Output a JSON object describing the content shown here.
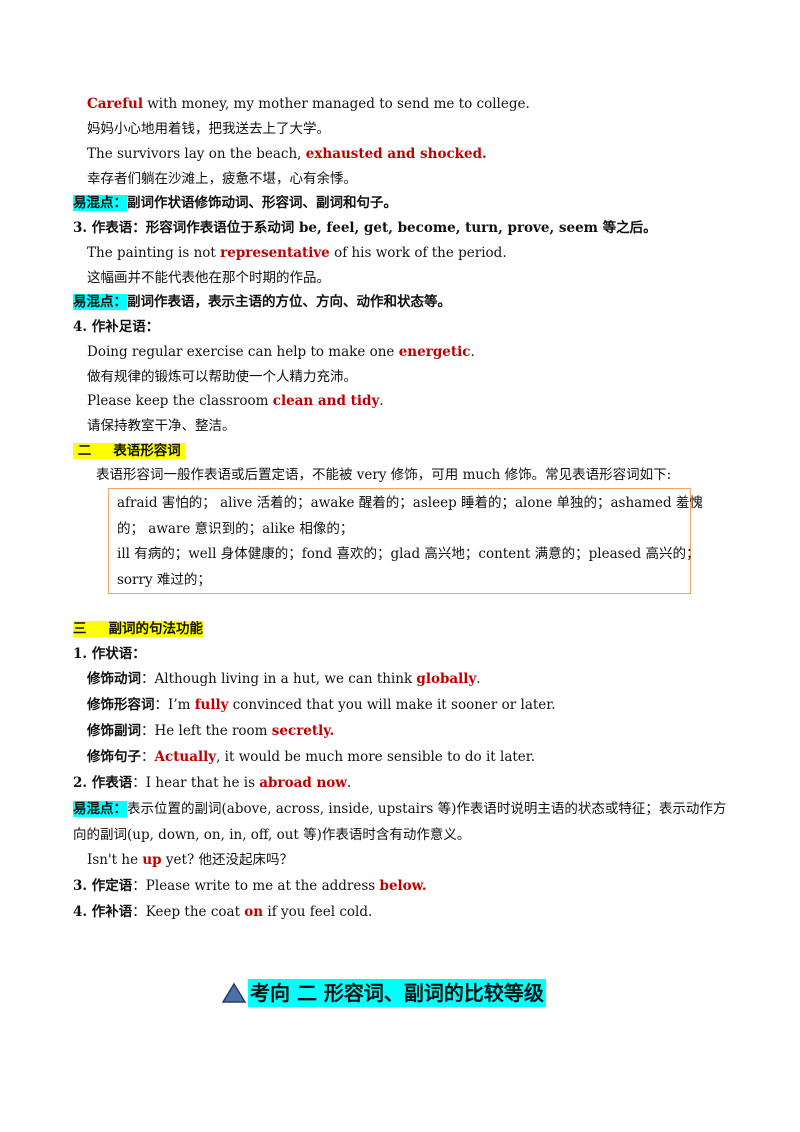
{
  "s1": {
    "ex1_red": "Careful",
    "ex1_rest": " with  money,  my  mother  managed  to  send  me  to  college.",
    "ex1_cn": "妈妈小心地用着钱，把我送去上了大学。",
    "ex2_a": "The  survivors  lay  on  the  beach,  ",
    "ex2_red": "exhausted  and  shocked.",
    "ex2_cn": "幸存者们躺在沙滩上，疲惫不堪，心有余悸。",
    "note1_label": "易混点：",
    "note1_text": "副词作状语修饰动词、形容词、副词和句子。",
    "item3": "3.  作表语：形容词作表语位于系动词 be,  feel,  get,  become,  turn,  prove,  seem 等之后。",
    "ex3_a": "The  painting  is  not  ",
    "ex3_red": "representative",
    "ex3_b": "  of  his  work  of  the  period.",
    "ex3_cn": "这幅画并不能代表他在那个时期的作品。",
    "note2_label": "易混点：",
    "note2_text": "副词作表语，表示主语的方位、方向、动作和状态等。",
    "item4": "4.  作补足语：",
    "ex4_a": "Doing  regular  exercise  can  help  to  make  one  ",
    "ex4_red": "energetic",
    "ex4_b": ".",
    "ex4_cn": "做有规律的锻炼可以帮助使一个人精力充沛。",
    "ex5_a": "Please keep the classroom  ",
    "ex5_red": "clean and tidy",
    "ex5_b": ".",
    "ex5_cn": "请保持教室干净、整洁。"
  },
  "s2": {
    "title_num": "二",
    "title_text": "表语形容词",
    "intro": "表语形容词一般作表语或后置定语，不能被 very 修饰，可用 much 修饰。常见表语形容词如下:",
    "box": [
      "afraid 害怕的；   alive 活着的；awake 醒着的；asleep 睡着的；alone 单独的；ashamed 羞愧",
      "的；   aware 意识到的；alike 相像的；",
      "ill 有病的；well 身体健康的；fond 喜欢的；glad 高兴地；content 满意的；pleased 高兴的；",
      "sorry 难过的；"
    ]
  },
  "s3": {
    "title_num": "三",
    "title_text": "副词的句法功能",
    "i1": "1.  作状语：",
    "v_label": "修饰动词",
    "v_a": "：Although  living  in  a  hut,  we  can  think  ",
    "v_red": "globally",
    "v_b": ".",
    "adj_label": "修饰形容词",
    "adj_a": "：I’m  ",
    "adj_red": "fully",
    "adj_b": "  convinced  that  you  will  make  it  sooner  or  later.",
    "adv_label": "修饰副词",
    "adv_a": "：He  left  the  room  ",
    "adv_red": "secretly.",
    "sen_label": "修饰句子",
    "sen_a": "：",
    "sen_red": "Actually",
    "sen_b": ",  it  would  be  much  more  sensible  to  do  it  later.",
    "i2_label": "2.  作表语",
    "i2_a": "：I  hear  that  he  is  ",
    "i2_red": "abroad  now",
    "i2_b": ".",
    "note_label": "易混点：",
    "note_text": "表示位置的副词(above, across, inside, upstairs 等)作表语时说明主语的状态或特征；表示动作方向的副词(up, down, on, in, off, out 等)作表语时含有动作意义。",
    "ex_a": "Isn't he  ",
    "ex_red": "up",
    "ex_b": "  yet?  他还没起床吗？",
    "i3_label": "3.  作定语",
    "i3_a": "：Please  write  to  me  at  the  address  ",
    "i3_red": "below.",
    "i4_label": "4.  作补语",
    "i4_a": "：Keep  the  coat  ",
    "i4_red": "on",
    "i4_b": "  if  you  feel  cold."
  },
  "heading": {
    "icon": "triangle-icon",
    "text": "考向  二    形容词、副词的比较等级"
  },
  "colors": {
    "red": "#c00000",
    "cyan": "#00ffff",
    "yellow": "#ffff00",
    "box_border": "#f4a460"
  }
}
